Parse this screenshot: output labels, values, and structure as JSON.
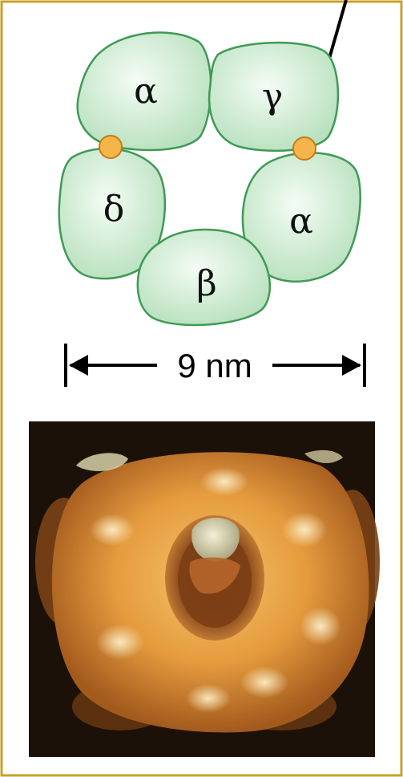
{
  "subunits": [
    {
      "id": "alpha_top",
      "label": "α"
    },
    {
      "id": "gamma",
      "label": "γ"
    },
    {
      "id": "alpha_right",
      "label": "α"
    },
    {
      "id": "beta",
      "label": "β"
    },
    {
      "id": "delta",
      "label": "δ"
    }
  ],
  "scale_bar": {
    "label": "9 nm"
  },
  "colors": {
    "frame": "#c9a227",
    "subunit_fill_light": "#eaf8ea",
    "subunit_fill_dark": "#b9e2bf",
    "subunit_stroke": "#3f9a55",
    "binding_site": "#f5b54a",
    "binding_site_stroke": "#c27d18",
    "photo_bg": "#1c1108"
  }
}
